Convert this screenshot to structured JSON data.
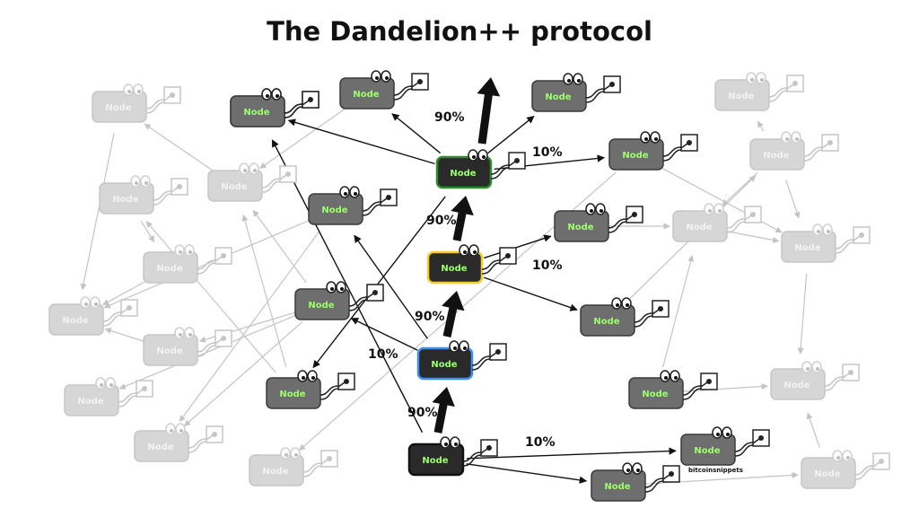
{
  "title": "The Dandelion++ protocol",
  "node_label": "Node",
  "credit": "bitcoinsnippets",
  "colors": {
    "node_label": "#9cff6b",
    "dark_fill": "#6e6e6e",
    "dark_stroke": "#3a3a3a",
    "faint_fill": "#d6d6d6",
    "faint_stroke": "#c6c6c6",
    "faint_label": "#f2f2f2",
    "stem_fill": "#2a2a2a",
    "stem_green": "#2e8b2e",
    "stem_yellow": "#f5cc2a",
    "stem_blue": "#3c8ef0",
    "arrow": "#111111",
    "faint_arrow": "#c4c4c4"
  },
  "nodes": [
    {
      "id": "s0",
      "style": "stem-black"
    },
    {
      "id": "s1",
      "style": "stem-blue"
    },
    {
      "id": "s2",
      "style": "stem-yellow"
    },
    {
      "id": "s3",
      "style": "stem-green"
    },
    {
      "id": "d1",
      "style": "dark"
    },
    {
      "id": "d2",
      "style": "dark"
    },
    {
      "id": "d3",
      "style": "dark"
    },
    {
      "id": "d4",
      "style": "dark"
    },
    {
      "id": "d5",
      "style": "dark"
    },
    {
      "id": "d6",
      "style": "dark"
    },
    {
      "id": "d7",
      "style": "dark"
    },
    {
      "id": "d8",
      "style": "dark"
    },
    {
      "id": "d9",
      "style": "dark"
    },
    {
      "id": "d10",
      "style": "dark"
    },
    {
      "id": "d11",
      "style": "dark"
    },
    {
      "id": "d12",
      "style": "dark"
    },
    {
      "id": "d13",
      "style": "dark"
    },
    {
      "id": "f1",
      "style": "faint"
    },
    {
      "id": "f2",
      "style": "faint"
    },
    {
      "id": "f3",
      "style": "faint"
    },
    {
      "id": "f4",
      "style": "faint"
    },
    {
      "id": "f5",
      "style": "faint"
    },
    {
      "id": "f6",
      "style": "faint"
    },
    {
      "id": "f7",
      "style": "faint"
    },
    {
      "id": "f8",
      "style": "faint"
    },
    {
      "id": "f9",
      "style": "faint"
    },
    {
      "id": "f10",
      "style": "faint"
    },
    {
      "id": "f11",
      "style": "faint"
    },
    {
      "id": "f12",
      "style": "faint"
    },
    {
      "id": "f13",
      "style": "faint"
    },
    {
      "id": "f14",
      "style": "faint"
    },
    {
      "id": "f15",
      "style": "faint"
    }
  ],
  "stem_path": [
    "s0",
    "s1",
    "s2",
    "s3"
  ],
  "fluff_edges": [
    {
      "from": "s0",
      "to": "d11"
    },
    {
      "from": "s0",
      "to": "d12"
    },
    {
      "from": "s0",
      "to": "d13"
    },
    {
      "from": "s1",
      "to": "d5"
    },
    {
      "from": "s1",
      "to": "d4"
    },
    {
      "from": "s2",
      "to": "d8"
    },
    {
      "from": "s2",
      "to": "d9"
    },
    {
      "from": "s3",
      "to": "d1"
    },
    {
      "from": "s3",
      "to": "d2"
    },
    {
      "from": "s3",
      "to": "d3"
    },
    {
      "from": "s3",
      "to": "d7"
    },
    {
      "from": "s3",
      "to": "d6"
    }
  ],
  "faint_edges": [
    {
      "from": "f1",
      "to": "f5"
    },
    {
      "from": "d6",
      "to": "f2"
    },
    {
      "from": "d2",
      "to": "f2"
    },
    {
      "from": "f2",
      "to": "f1"
    },
    {
      "from": "f3",
      "to": "f4"
    },
    {
      "from": "d4",
      "to": "f5"
    },
    {
      "from": "d4",
      "to": "f8"
    },
    {
      "from": "d6",
      "to": "f3"
    },
    {
      "from": "f4",
      "to": "f5"
    },
    {
      "from": "f6",
      "to": "f5"
    },
    {
      "from": "d5",
      "to": "f6"
    },
    {
      "from": "d5",
      "to": "f7"
    },
    {
      "from": "d5",
      "to": "f8"
    },
    {
      "from": "d5",
      "to": "f2"
    },
    {
      "from": "d7",
      "to": "f9"
    },
    {
      "from": "f11",
      "to": "f12"
    },
    {
      "from": "f11",
      "to": "f10"
    },
    {
      "from": "d7",
      "to": "f12"
    },
    {
      "from": "d9",
      "to": "f11"
    },
    {
      "from": "d8",
      "to": "f13"
    },
    {
      "from": "f11",
      "to": "f13"
    },
    {
      "from": "d10",
      "to": "f13"
    },
    {
      "from": "f13",
      "to": "f12"
    },
    {
      "from": "f12",
      "to": "f14"
    },
    {
      "from": "d10",
      "to": "f14"
    },
    {
      "from": "f15",
      "to": "f14"
    },
    {
      "from": "d12",
      "to": "f15"
    }
  ],
  "labels": {
    "stem_pct": "90%",
    "fluff_pct": "10%"
  },
  "edge_labels": [
    {
      "id": "pct-90-s0",
      "text": "90%"
    },
    {
      "id": "pct-90-s1",
      "text": "90%"
    },
    {
      "id": "pct-90-s2",
      "text": "90%"
    },
    {
      "id": "pct-90-s3",
      "text": "90%"
    },
    {
      "id": "pct-10-s0",
      "text": "10%"
    },
    {
      "id": "pct-10-s1",
      "text": "10%"
    },
    {
      "id": "pct-10-s2",
      "text": "10%"
    },
    {
      "id": "pct-10-s3",
      "text": "10%"
    }
  ]
}
